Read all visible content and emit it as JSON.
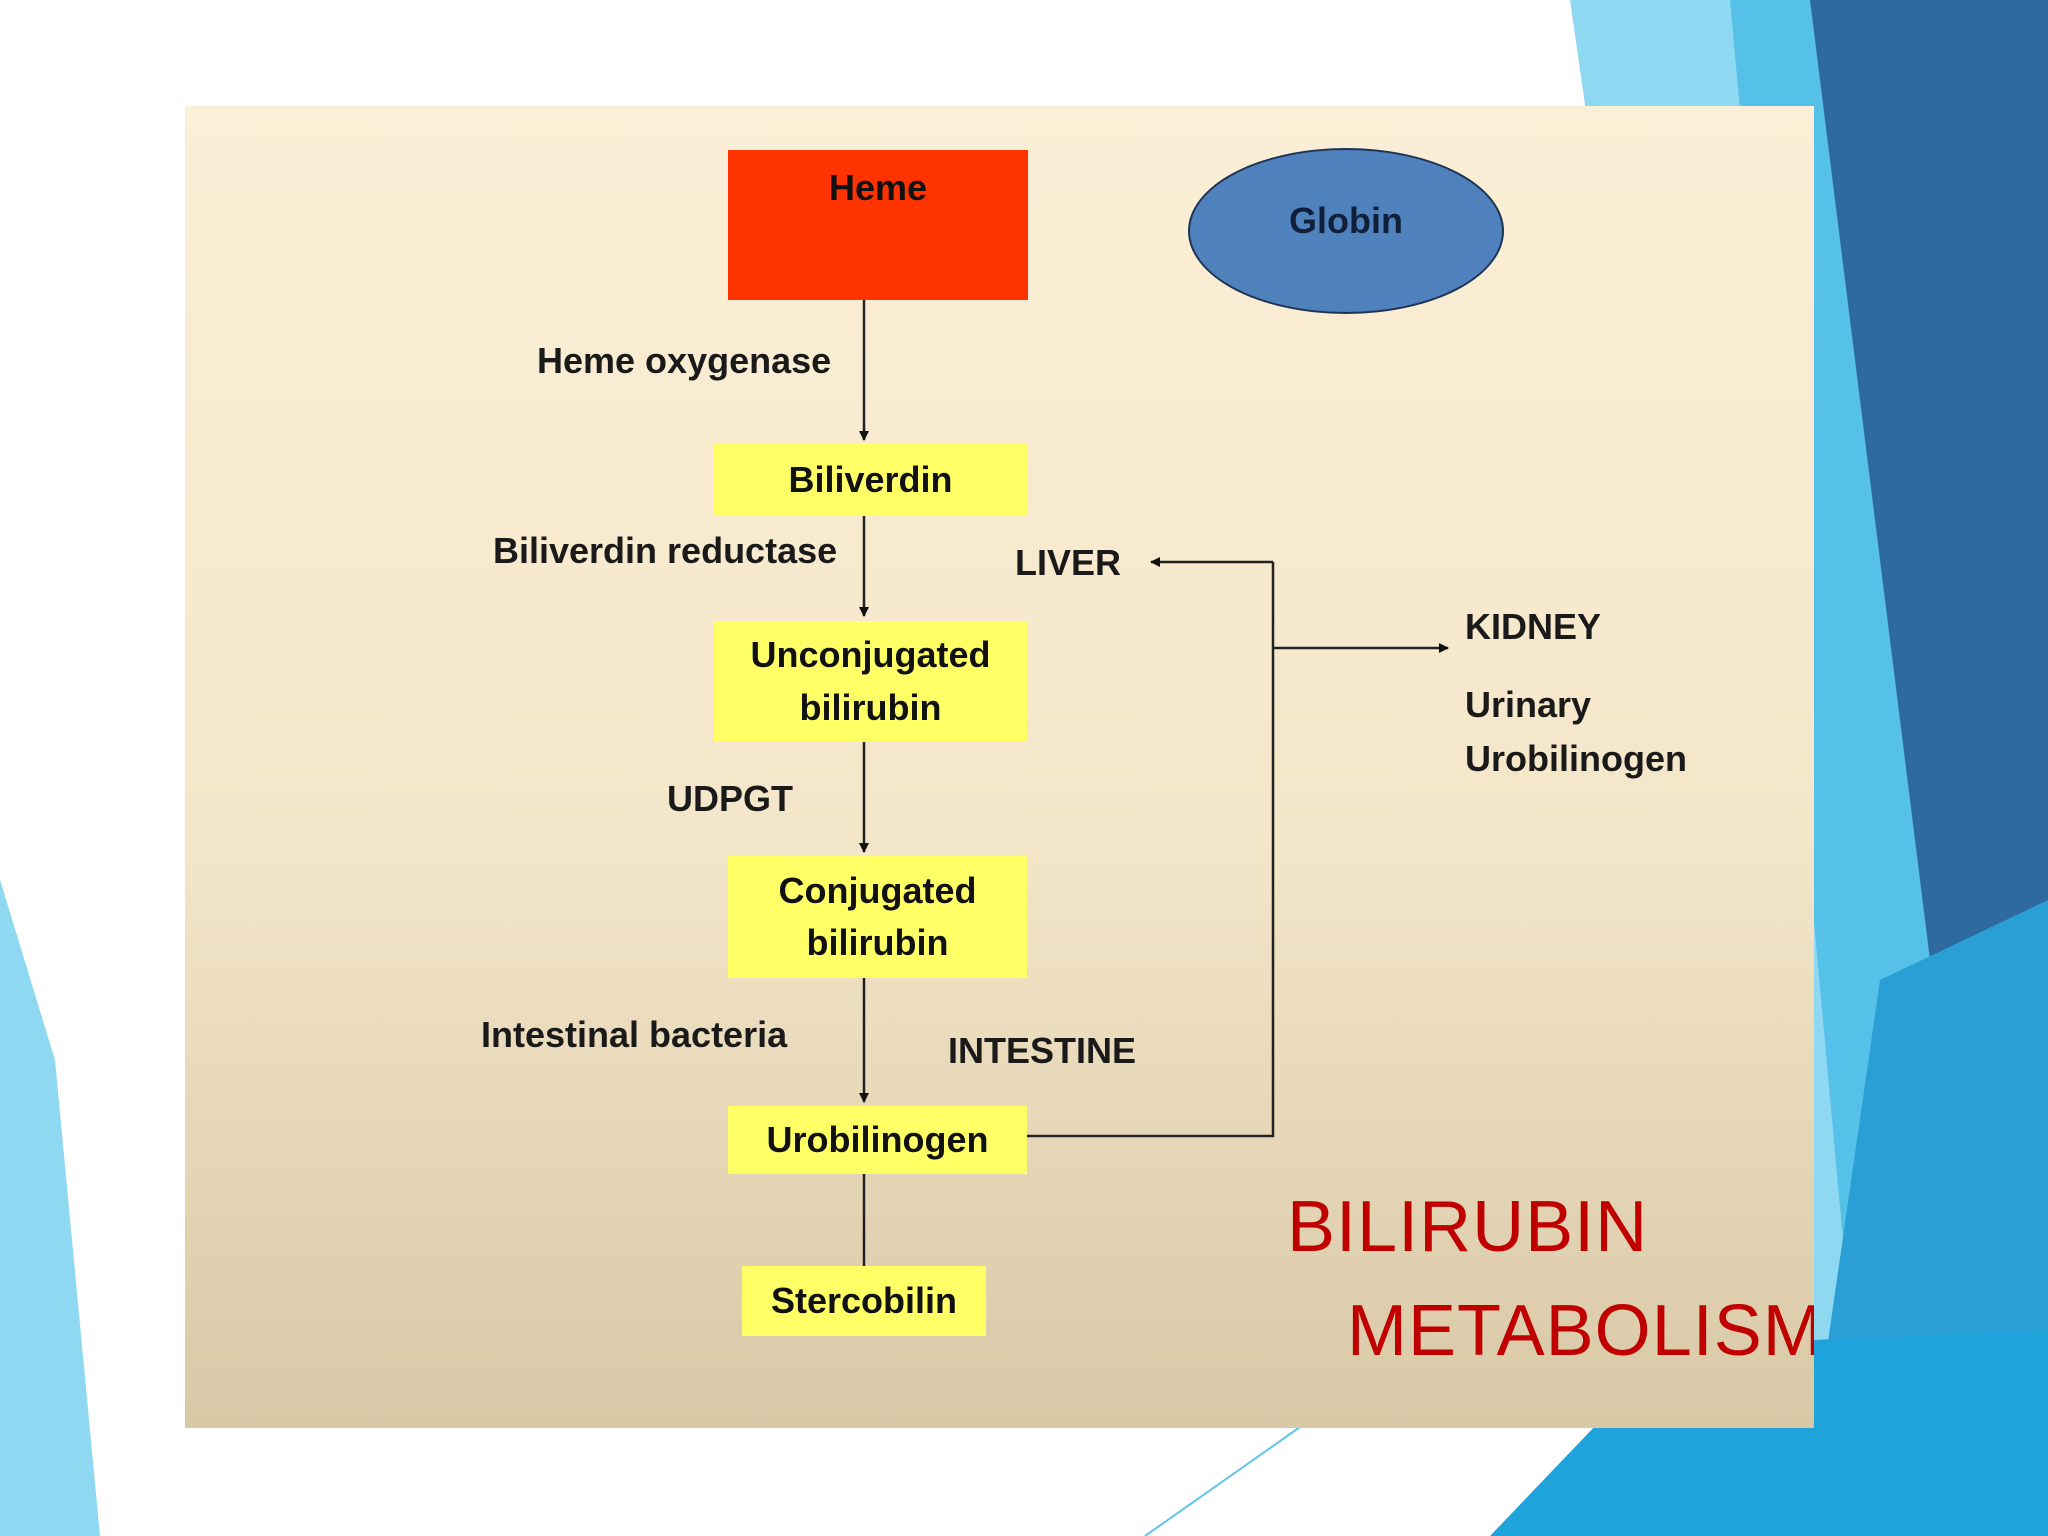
{
  "colors": {
    "panel_top": "#fbefd7",
    "panel_bottom": "#d8c8a6",
    "heme_box": "#ff3300",
    "stage_box": "#ffff66",
    "globin_ellipse": "#4f81bd",
    "title_text": "#c00000",
    "slide_accent_light": "#8fd8f2",
    "slide_accent_dark": "#2e6a9e"
  },
  "nodes": {
    "heme": "Heme",
    "globin": "Globin",
    "biliverdin": "Biliverdin",
    "unconjugated": "Unconjugated bilirubin",
    "conjugated": "Conjugated bilirubin",
    "urobilinogen": "Urobilinogen",
    "stercobilin": "Stercobilin"
  },
  "enzymes": {
    "heme_oxygenase": "Heme oxygenase",
    "biliverdin_reductase": "Biliverdin reductase",
    "udpgt": "UDPGT",
    "intestinal_bacteria": "Intestinal bacteria"
  },
  "organs": {
    "liver": "LIVER",
    "kidney": "KIDNEY",
    "intestine": "INTESTINE",
    "urinary_urobilinogen": "Urinary Urobilinogen"
  },
  "title": {
    "line1": "BILIRUBIN",
    "line2": "METABOLISM"
  }
}
